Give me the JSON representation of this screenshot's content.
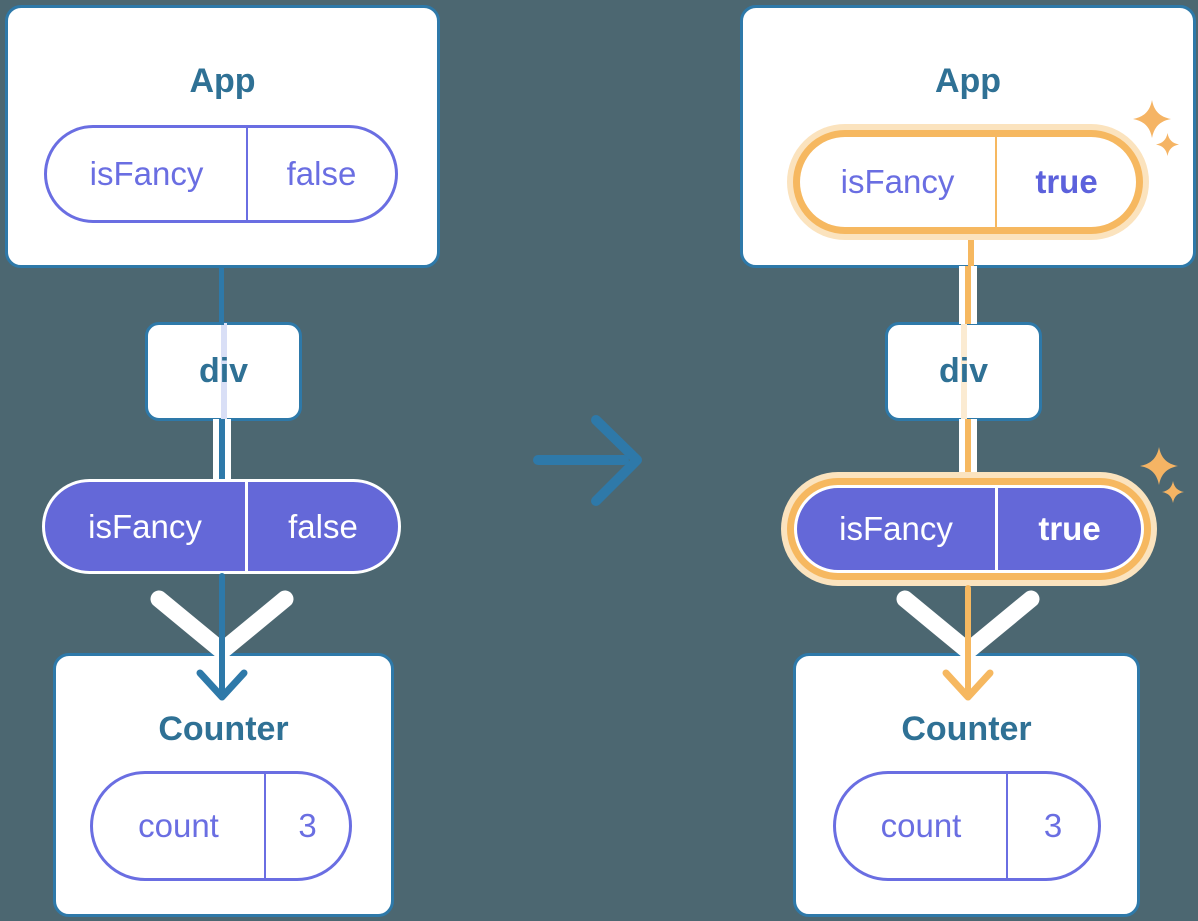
{
  "colors": {
    "background": "#4C6771",
    "teal_line": "#2E79A9",
    "title": "#2F7195",
    "purple": "#6A6EE2",
    "purple_bold": "#5C61DC",
    "pill_fill": "#6468D8",
    "orange": "#F6B860",
    "orange_glow": "#FBE3BE",
    "orange_pale": "#FBEBD2",
    "lavender": "#D9DFF6",
    "sparkle": "#F5B464"
  },
  "left_tree": {
    "app_title": "App",
    "app_prop": {
      "name": "isFancy",
      "value": "false"
    },
    "div_label": "div",
    "passed_prop": {
      "name": "isFancy",
      "value": "false"
    },
    "counter_title": "Counter",
    "counter_state": {
      "name": "count",
      "value": "3"
    }
  },
  "right_tree": {
    "app_title": "App",
    "app_prop": {
      "name": "isFancy",
      "value": "true"
    },
    "div_label": "div",
    "passed_prop": {
      "name": "isFancy",
      "value": "true"
    },
    "counter_title": "Counter",
    "counter_state": {
      "name": "count",
      "value": "3"
    }
  }
}
